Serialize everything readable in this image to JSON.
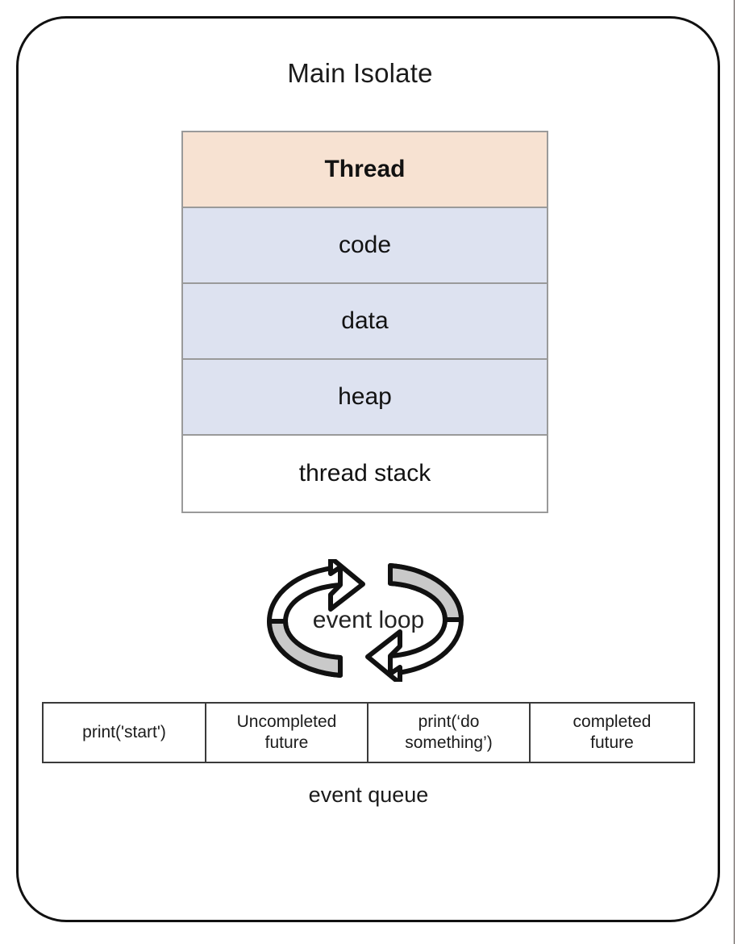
{
  "diagram": {
    "title": "Main Isolate",
    "colors": {
      "outline": "#111111",
      "thread_header_fill": "#f7e2d2",
      "memory_fill": "#dde2f0",
      "stack_fill": "#ffffff",
      "table_border": "#9a9a9a",
      "queue_border": "#3a3a3a",
      "arrow_gray": "#c9c9c9"
    },
    "thread_table": {
      "rows": [
        {
          "label": "Thread",
          "kind": "header"
        },
        {
          "label": "code",
          "kind": "memory"
        },
        {
          "label": "data",
          "kind": "memory"
        },
        {
          "label": "heap",
          "kind": "memory"
        },
        {
          "label": "thread stack",
          "kind": "stack"
        }
      ]
    },
    "event_loop": {
      "label": "event loop",
      "left_arrow_name": "counter-clockwise-arrow-icon",
      "right_arrow_name": "clockwise-arrow-icon"
    },
    "event_queue": {
      "label": "event queue",
      "cells": [
        "print('start')",
        "Uncompleted future",
        "print('do something')",
        "completed future"
      ],
      "cells_lines": [
        [
          "print('start')"
        ],
        [
          "Uncompleted",
          "future"
        ],
        [
          "print(‘do",
          "something’)"
        ],
        [
          "completed",
          "future"
        ]
      ]
    }
  }
}
